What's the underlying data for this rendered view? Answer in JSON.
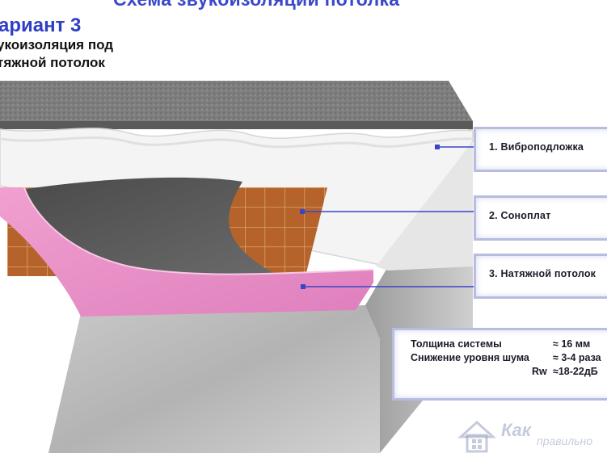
{
  "title": "Схема звукоизоляции потолка",
  "variant": "ариант 3",
  "subtitle_line1": "укоизоляция под",
  "subtitle_line2": "тяжной потолок",
  "layers": [
    {
      "label": "1. Виброподложка"
    },
    {
      "label": "2. Соноплат"
    },
    {
      "label": "3. Натяжной потолок"
    }
  ],
  "specs": {
    "rows": [
      {
        "name": "Толщина системы",
        "value": "≈ 16 мм"
      },
      {
        "name": "Снижение уровня шума",
        "value": "≈ 3-4 раза"
      },
      {
        "name": "Rw",
        "value": "≈18-22дБ"
      }
    ]
  },
  "watermark": {
    "line1": "Как",
    "line2": "правильно"
  },
  "colors": {
    "accent": "#3a49c9",
    "membrane": "#e88ec6",
    "sonoplat": "#b8662c",
    "slab": "#7c7c7c",
    "connector": "#3a44c8"
  }
}
